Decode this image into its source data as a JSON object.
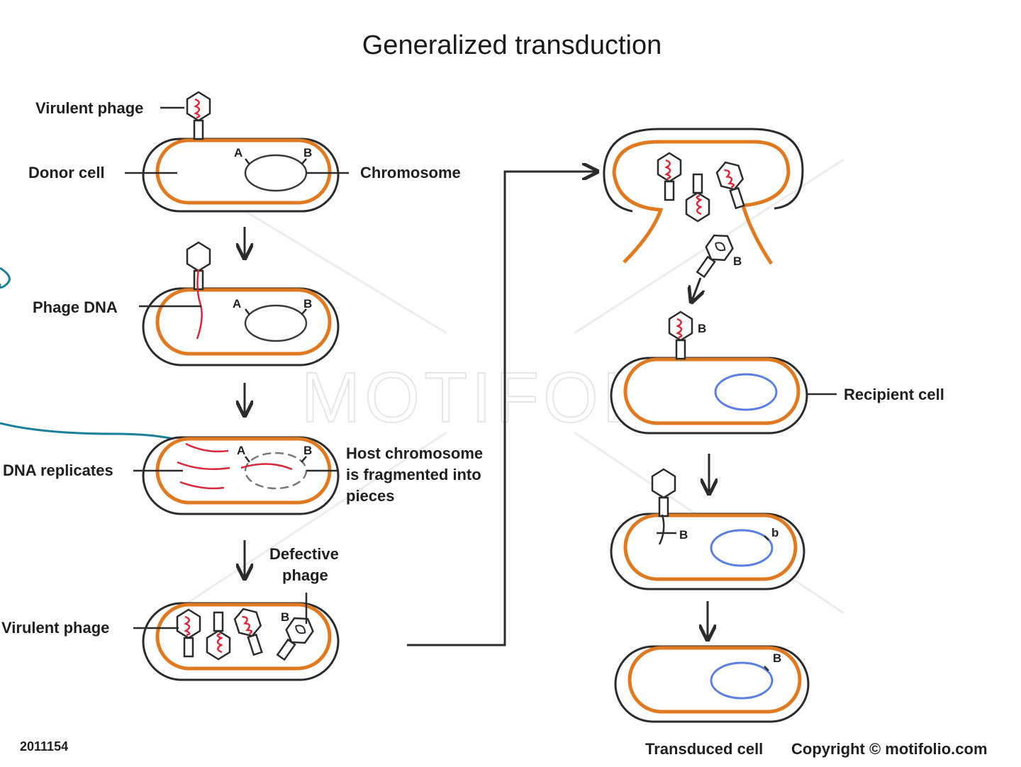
{
  "title": "Generalized transduction",
  "watermark": "MOTIFOLIO",
  "labels": {
    "virulent_phage_top": "Virulent phage",
    "donor_cell": "Donor cell",
    "chromosome": "Chromosome",
    "phage_dna": "Phage DNA",
    "dna_replicates": "DNA replicates",
    "host_chromosome_line1": "Host chromosome",
    "host_chromosome_line2": "is fragmented into",
    "host_chromosome_line3": "pieces",
    "defective_phage_line1": "Defective",
    "defective_phage_line2": "phage",
    "virulent_phage_bottom": "Virulent phage",
    "recipient_cell": "Recipient cell",
    "transduced_cell": "Transduced cell"
  },
  "markers": {
    "a": "A",
    "b_upper": "B",
    "b_lower": "b"
  },
  "footer": {
    "id": "2011154",
    "copyright": "Copyright © motifolio.com"
  },
  "colors": {
    "membrane": "#e07a22",
    "phage_dna": "#d8283a",
    "recipient_chromosome": "#5b7fe0",
    "annotation": "#1a7f98"
  }
}
